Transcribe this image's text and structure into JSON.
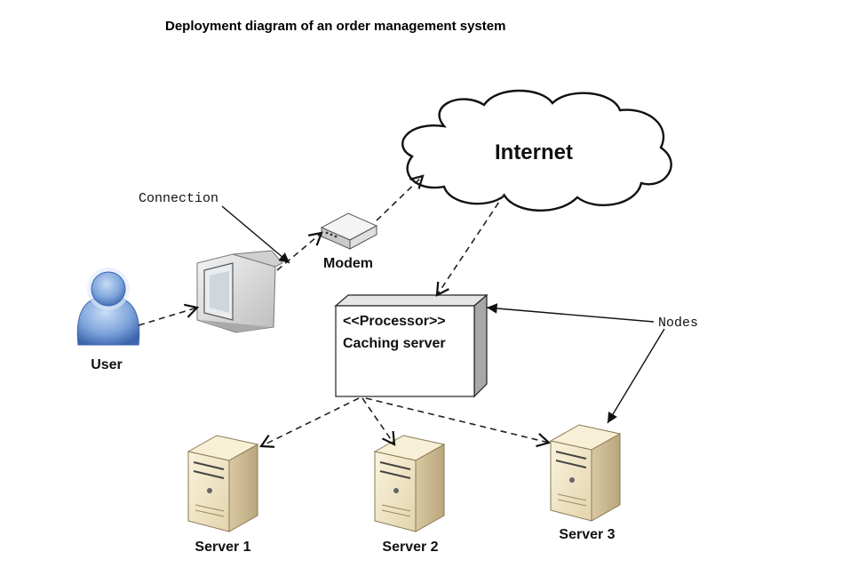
{
  "title": "Deployment diagram of an order management system",
  "cloud": {
    "label": "Internet"
  },
  "user": {
    "label": "User"
  },
  "modem": {
    "label": "Modem"
  },
  "connection_note": {
    "label": "Connection"
  },
  "nodes_note": {
    "label": "Nodes"
  },
  "caching_node": {
    "stereotype": "<<Processor>>",
    "name": "Caching server"
  },
  "servers": [
    {
      "label": "Server 1"
    },
    {
      "label": "Server 2"
    },
    {
      "label": "Server 3"
    }
  ],
  "colors": {
    "user_blue": "#6f97d6",
    "server_body": "#efe6c8",
    "node_fill": "#ffffff",
    "node_side": "#a8a8a8"
  },
  "icons": {
    "user": "person-icon",
    "computer": "monitor-icon",
    "modem": "modem-icon",
    "server": "server-tower-icon"
  }
}
